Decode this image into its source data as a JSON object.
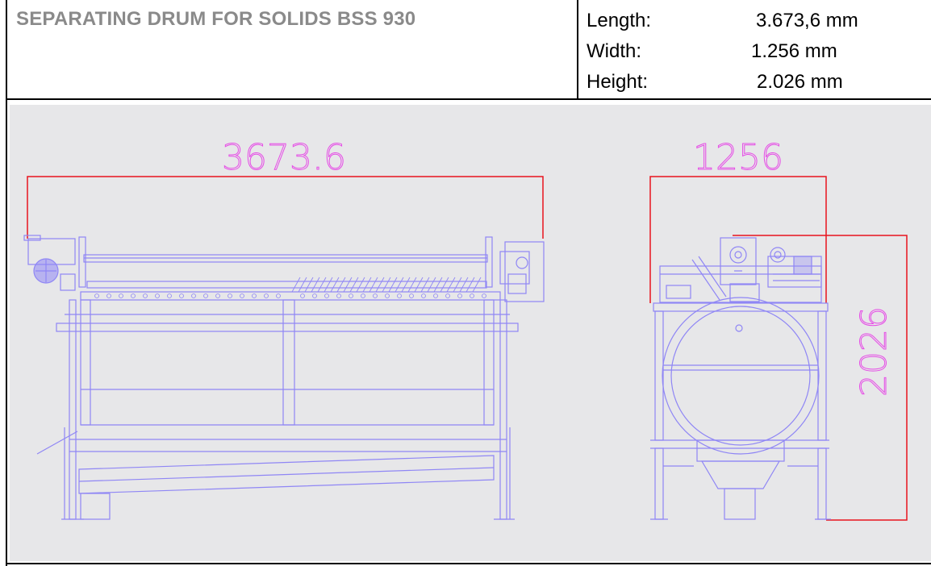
{
  "title": "SEPARATING DRUM FOR SOLIDS BSS 930",
  "dimensions": [
    {
      "label": "Length:",
      "value": "3.673,6 mm"
    },
    {
      "label": "Width:",
      "value": "1.256 mm"
    },
    {
      "label": "Height:",
      "value": "2.026 mm"
    }
  ],
  "drawing": {
    "dim_length": "3673.6",
    "dim_width": "1256",
    "dim_height": "2026",
    "line_color": "#8f86f5",
    "dim_color": "#e64be6",
    "dim_line_color": "#e8141e"
  }
}
